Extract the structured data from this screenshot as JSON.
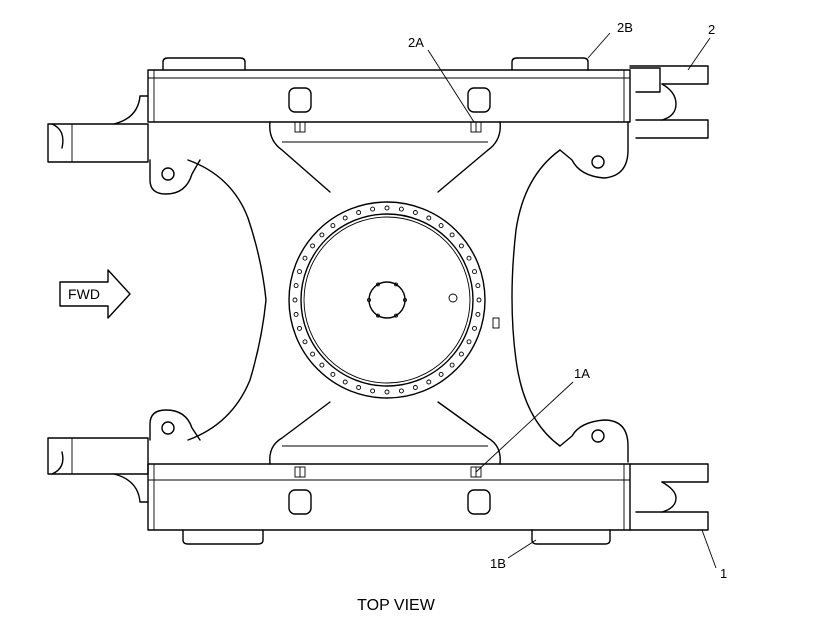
{
  "diagram": {
    "caption": "TOP VIEW",
    "direction_arrow": "FWD",
    "callouts": [
      "2",
      "2A",
      "2B",
      "1",
      "1A",
      "1B"
    ]
  }
}
